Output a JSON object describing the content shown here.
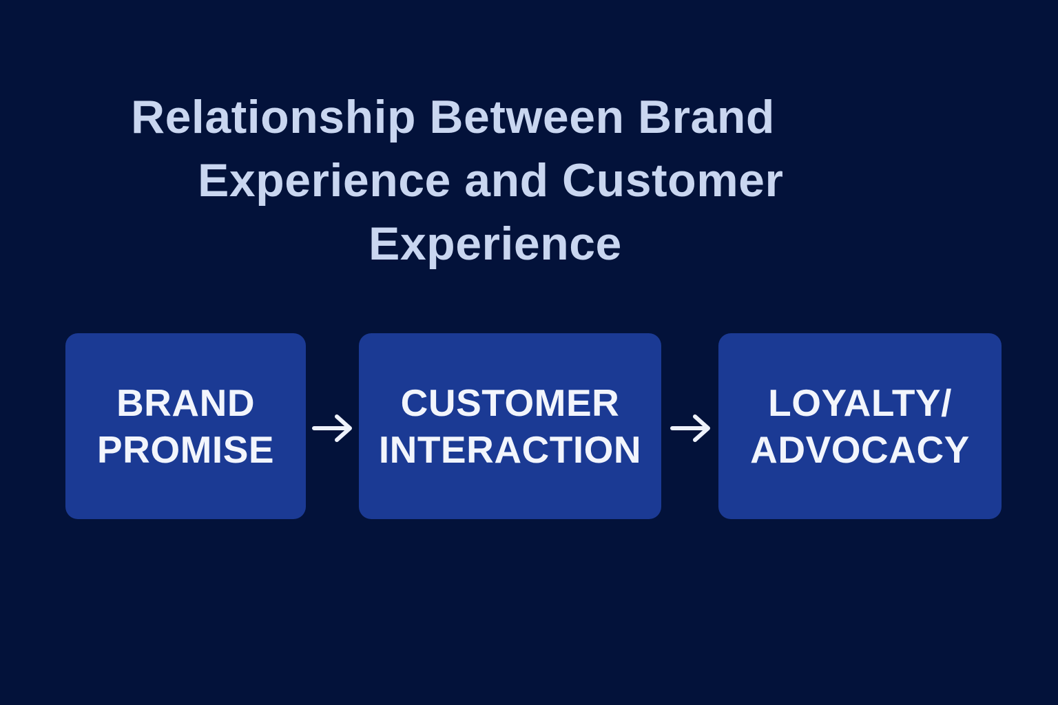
{
  "title": {
    "lines": [
      "Relationship Between Brand",
      "Experience and Customer",
      "Experience"
    ],
    "full": "Relationship Between Brand Experience and Customer Experience"
  },
  "flow": {
    "nodes": [
      {
        "id": "brand-promise",
        "lines": [
          "BRAND",
          "PROMISE"
        ]
      },
      {
        "id": "customer-interaction",
        "lines": [
          "CUSTOMER",
          "INTERACTION"
        ]
      },
      {
        "id": "loyalty-advocacy",
        "lines": [
          "LOYALTY/",
          "ADVOCACY"
        ]
      }
    ],
    "connectors": [
      {
        "from": "brand-promise",
        "to": "customer-interaction",
        "icon": "arrow-right-icon"
      },
      {
        "from": "customer-interaction",
        "to": "loyalty-advocacy",
        "icon": "arrow-right-icon"
      }
    ]
  },
  "colors": {
    "background": "#03123a",
    "box_fill": "#1b3a94",
    "title_text": "#c9d6f0",
    "box_text": "#f2f5fc",
    "arrow": "#eef2fb"
  }
}
